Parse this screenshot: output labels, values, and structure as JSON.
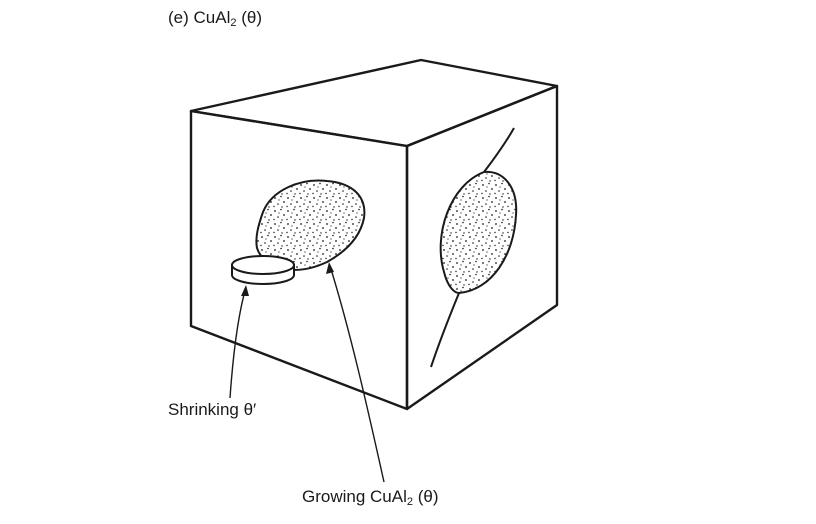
{
  "title": {
    "prefix": "(e)  CuAl",
    "subscript": "2",
    "suffix": " (θ)"
  },
  "labels": {
    "shrinking": "Shrinking θ′",
    "growing": {
      "prefix": "Growing CuAl",
      "subscript": "2",
      "suffix": " (θ)"
    }
  },
  "colors": {
    "ink": "#1a1a1a",
    "background": "#ffffff"
  }
}
